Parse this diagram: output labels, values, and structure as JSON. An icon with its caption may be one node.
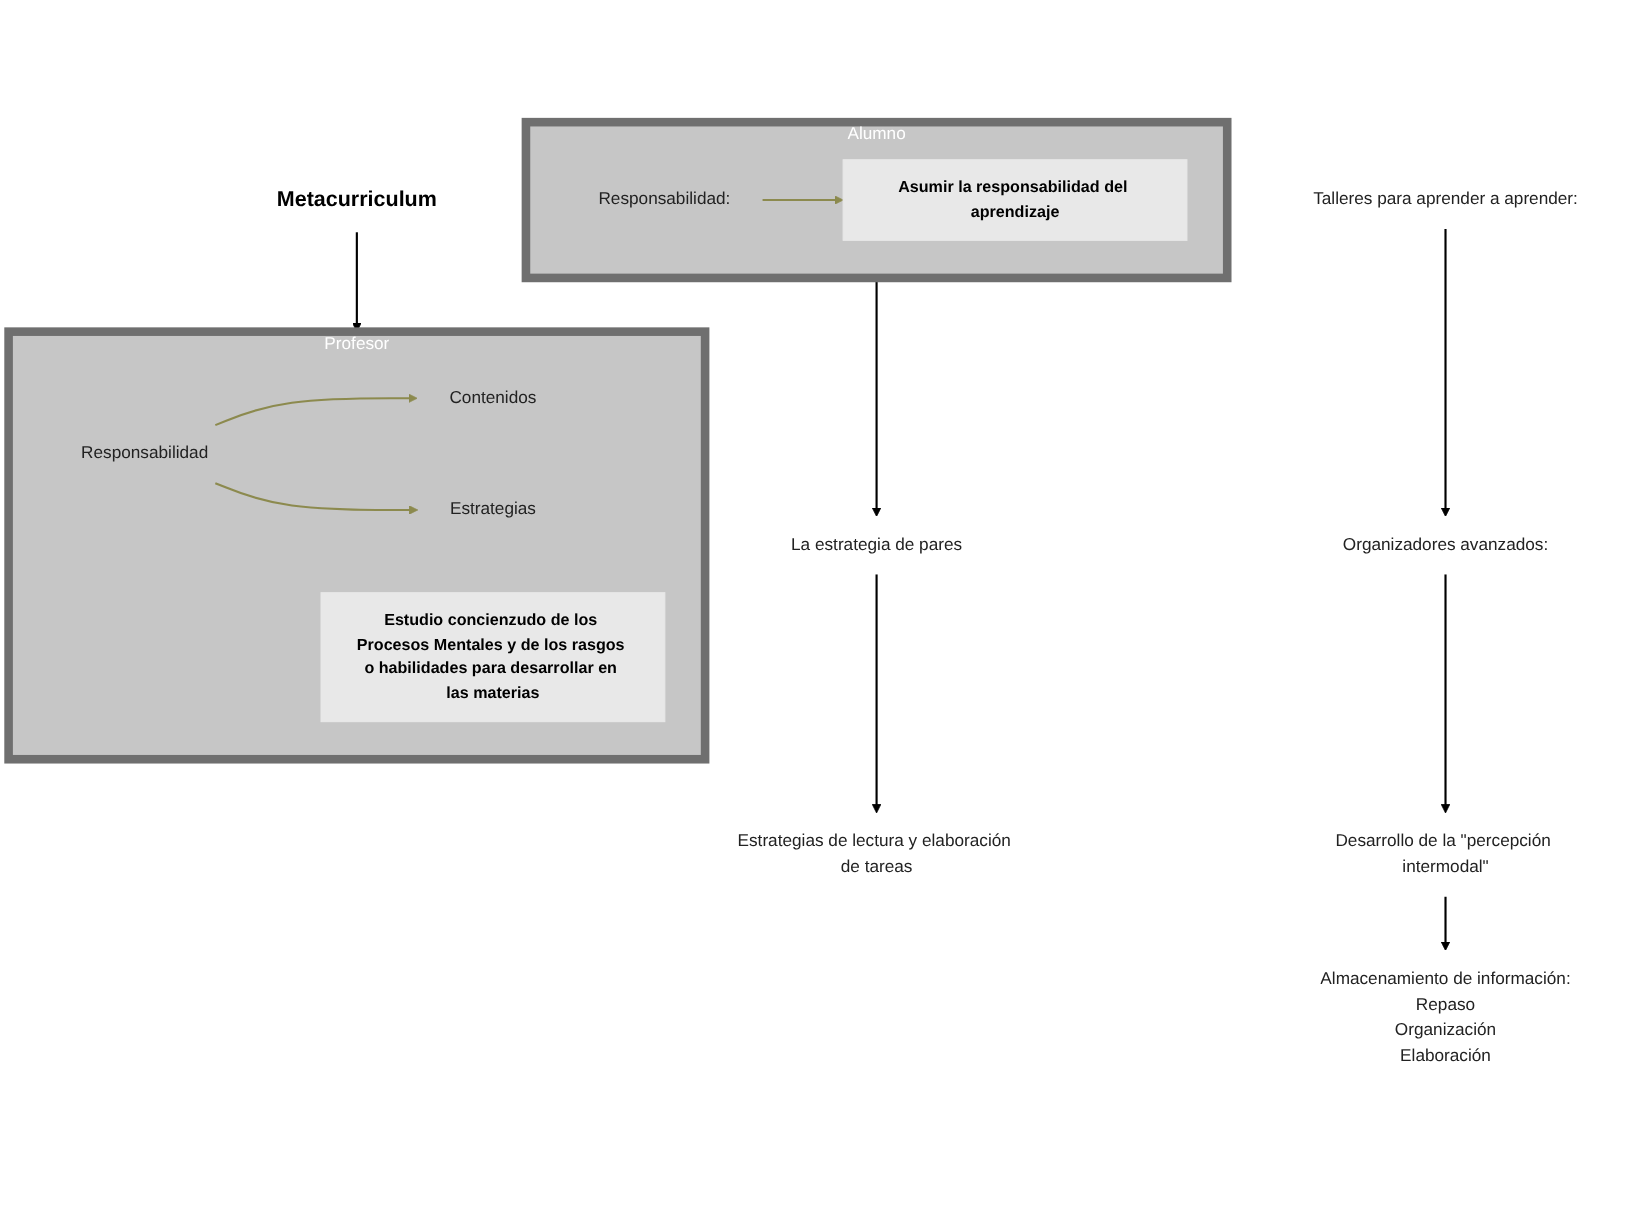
{
  "diagram": {
    "nodes": [
      {
        "text": [
          "Metacurriculum"
        ]
      },
      {
        "text": [
          "Profesor"
        ]
      },
      {
        "text": [
          "Responsabilidad"
        ],
        "in": 1
      },
      {
        "text": [
          "Contenidos"
        ],
        "in": 1
      },
      {
        "text": [
          "Estrategias"
        ],
        "in": 1
      },
      {
        "text": [
          "Estudio concienzudo de los Procesos Mentales y de los rasgos o habilidades para desarrollar en las materias"
        ],
        "in": 1
      },
      {
        "text": [
          "Alumno"
        ]
      },
      {
        "text": [
          "Responsabilidad:"
        ],
        "in": 6
      },
      {
        "text": [
          "Asumir la responsabilidad del aprendizaje"
        ],
        "in": 6
      },
      {
        "text": [
          "La estrategia de pares"
        ]
      },
      {
        "text": [
          "Estrategias de lectura y elaboración de tareas"
        ]
      },
      {
        "text": [
          "Talleres para aprender a aprender:"
        ]
      },
      {
        "text": [
          "Organizadores avanzados:"
        ]
      },
      {
        "text": [
          "Desarrollo de la \"percepción intermodal\""
        ]
      },
      {
        "text": [
          "Almacenamiento de información:",
          "Repaso",
          "Organización",
          "Elaboración"
        ]
      }
    ],
    "edges": [
      {
        "from": 0,
        "to": 1,
        "arrow": "to"
      },
      {
        "from": 2,
        "to": 3,
        "arrow": "to",
        "color": "#8c8a4e"
      },
      {
        "from": 2,
        "to": 4,
        "arrow": "to",
        "color": "#8c8a4e"
      },
      {
        "from": 7,
        "to": 8,
        "arrow": "to",
        "color": "#8c8a4e"
      },
      {
        "from": 6,
        "to": 9,
        "arrow": "to"
      },
      {
        "from": 9,
        "to": 10,
        "arrow": "to"
      },
      {
        "from": 11,
        "to": 12,
        "arrow": "to"
      },
      {
        "from": 12,
        "to": 13,
        "arrow": "to"
      },
      {
        "from": 13,
        "to": 14,
        "arrow": "to"
      }
    ]
  }
}
